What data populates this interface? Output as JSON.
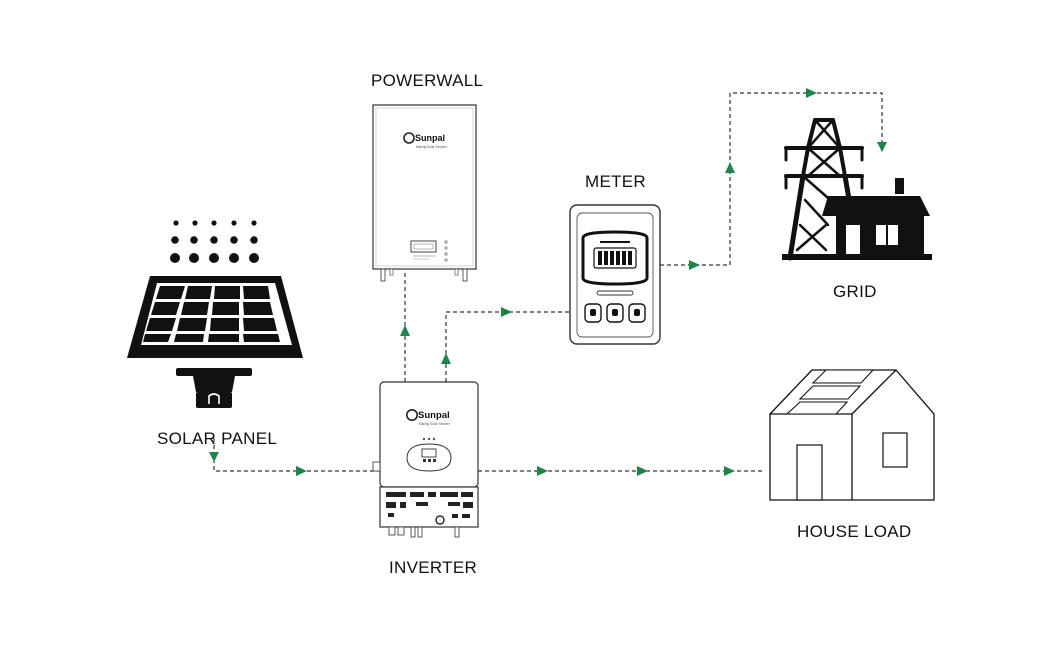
{
  "labels": {
    "powerwall": "POWERWALL",
    "meter": "METER",
    "grid": "GRID",
    "solar_panel": "SOLAR PANEL",
    "house_load": "HOUSE LOAD",
    "inverter": "INVERTER"
  },
  "brand": {
    "name": "Sunpal",
    "tagline": "Making Solar Smarter"
  },
  "colors": {
    "arrow": "#1e8449",
    "line": "#333333",
    "device_fill": "#ffffff",
    "icon": "#111111"
  },
  "icons": [
    "solar-panel-icon",
    "powerwall-battery-icon",
    "inverter-icon",
    "electric-meter-icon",
    "power-tower-icon",
    "grid-house-icon",
    "house-load-icon"
  ]
}
